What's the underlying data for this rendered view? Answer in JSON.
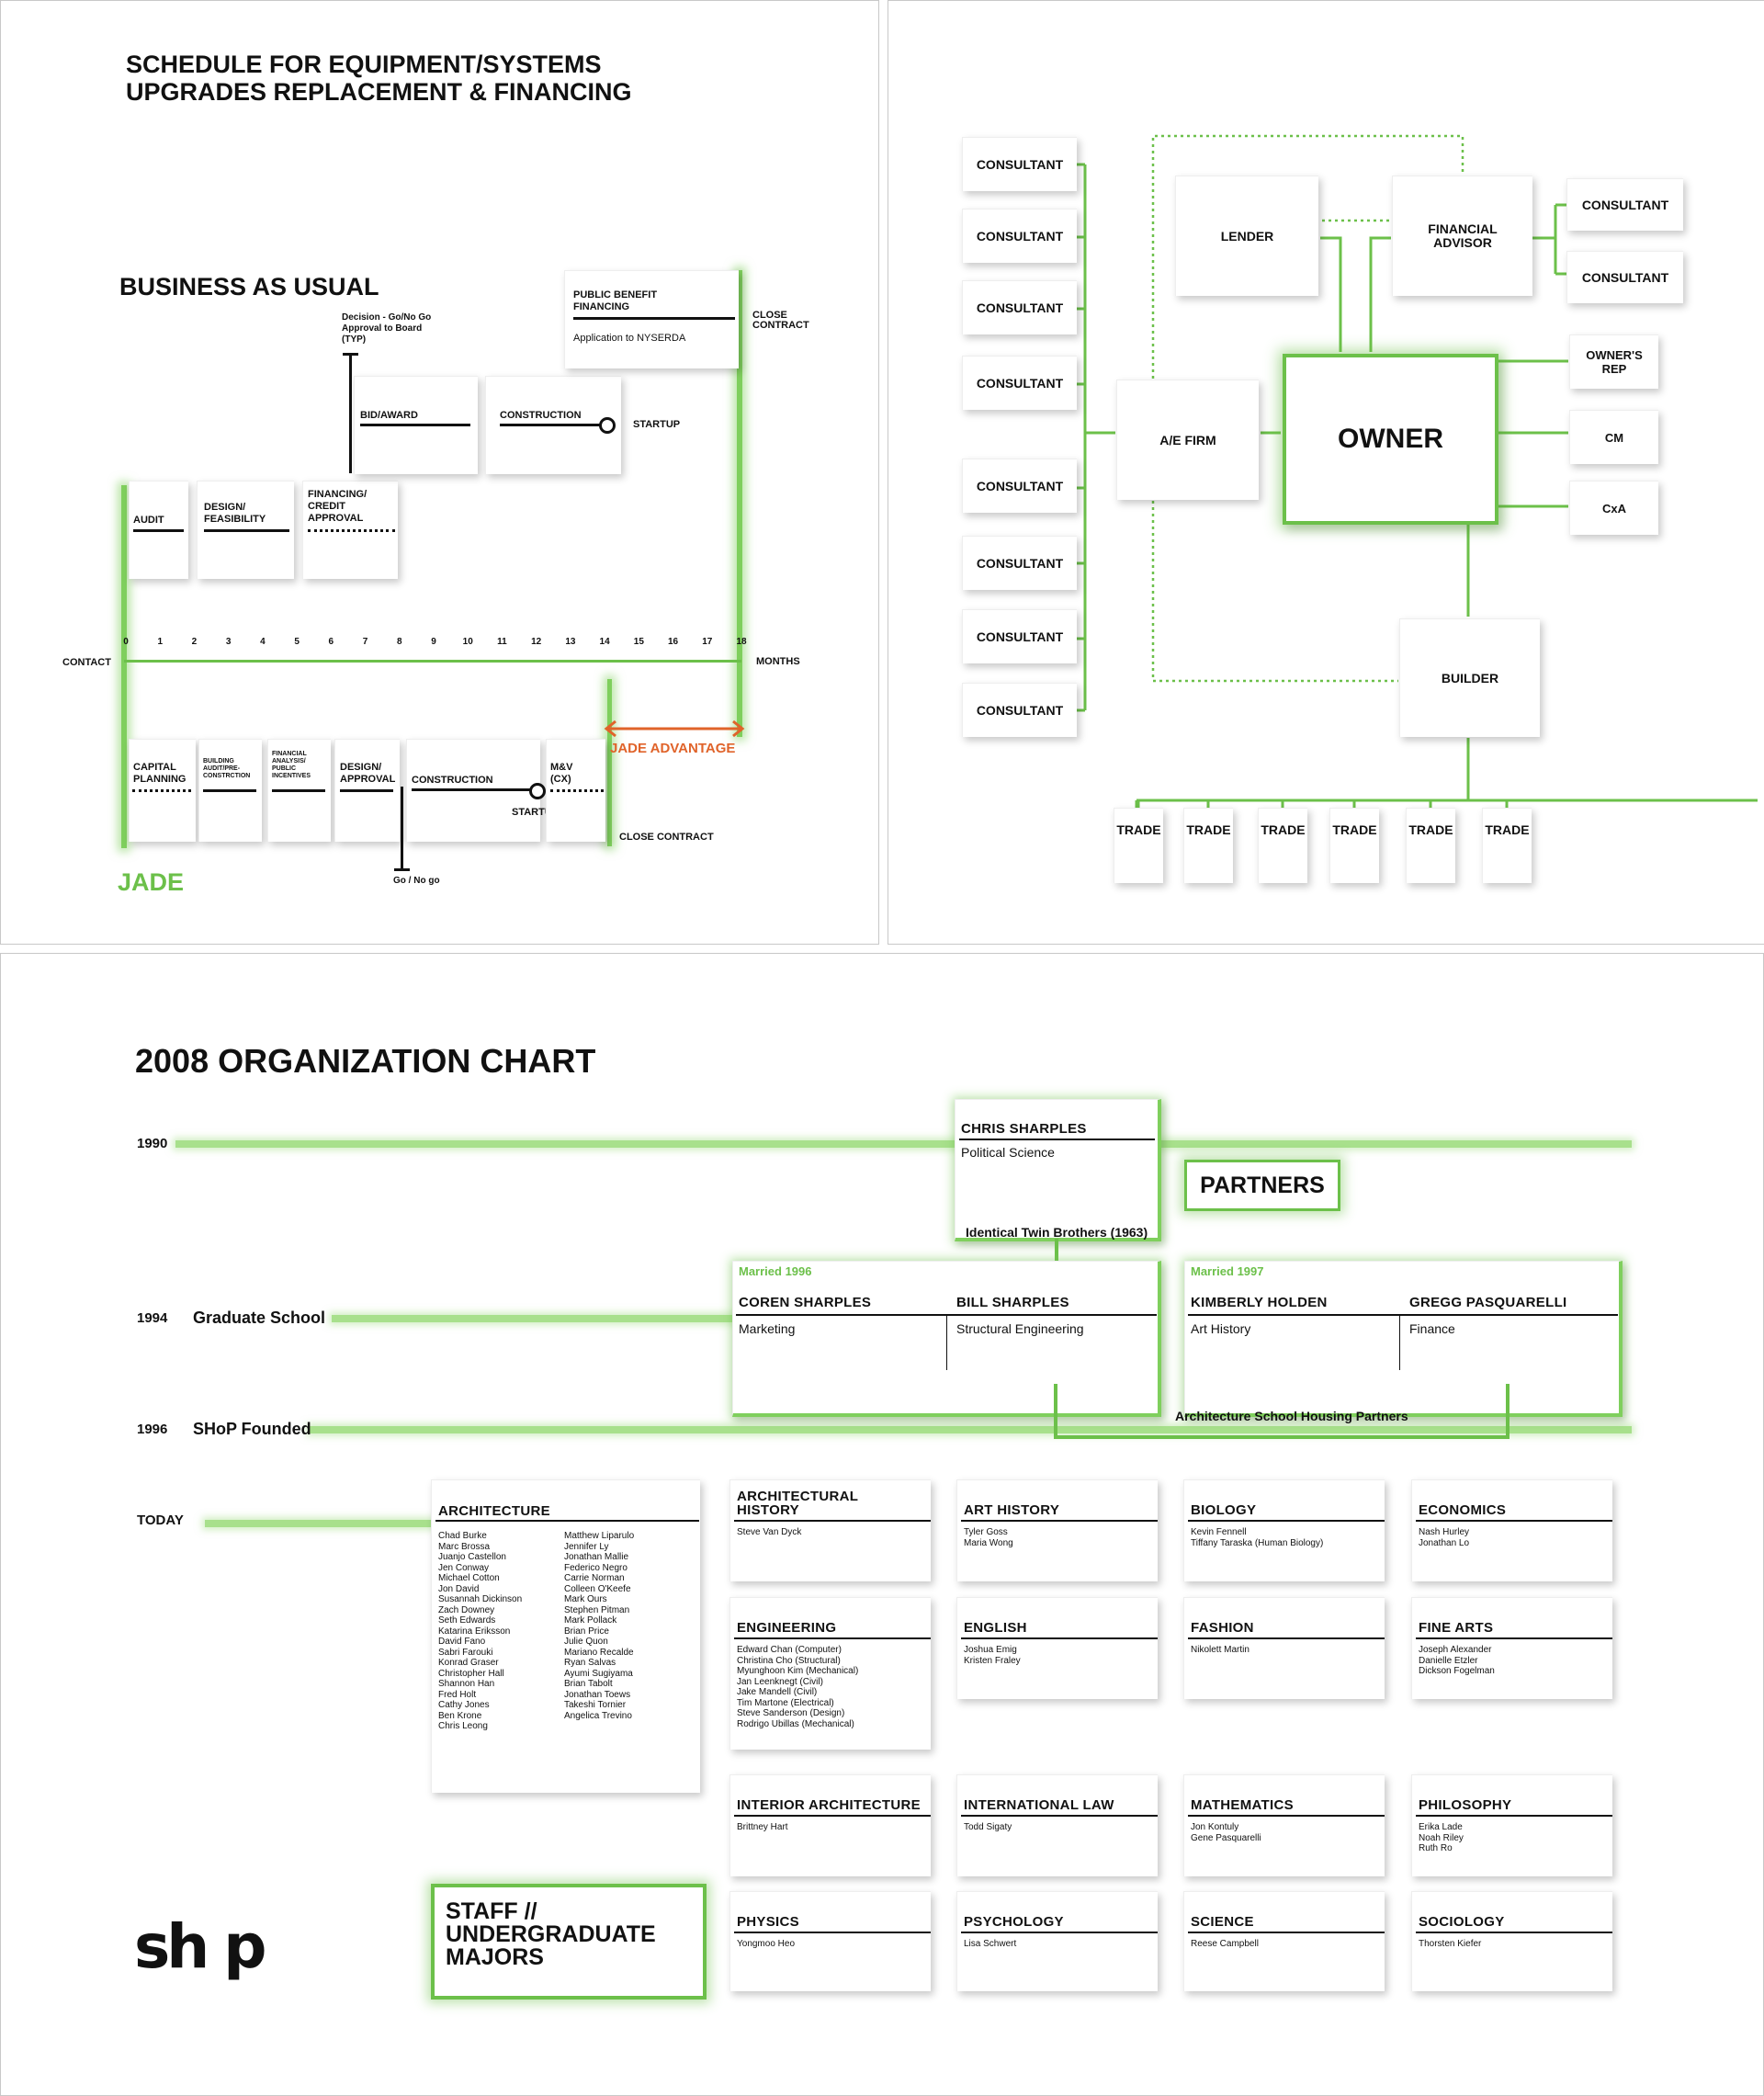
{
  "schedule": {
    "title_line1": "SCHEDULE FOR EQUIPMENT/SYSTEMS",
    "title_line2": "UPGRADES REPLACEMENT & FINANCING",
    "business_as_usual": "BUSINESS AS USUAL",
    "jade": "JADE",
    "contact": "CONTACT",
    "months": "MONTHS",
    "ticks": [
      "0",
      "1",
      "2",
      "3",
      "4",
      "5",
      "6",
      "7",
      "8",
      "9",
      "10",
      "11",
      "12",
      "13",
      "14",
      "15",
      "16",
      "17",
      "18"
    ],
    "decision_note": "Decision - Go/No Go\nApproval to Board\n(TYP)",
    "pbf_title": "PUBLIC BENEFIT\nFINANCING",
    "pbf_sub": "Application to NYSERDA",
    "close_contract_top": "CLOSE\nCONTRACT",
    "startup_top": "STARTUP",
    "startup_bottom": "STARTUP",
    "close_contract_bottom": "CLOSE CONTRACT",
    "go_no_go": "Go / No go",
    "jade_advantage": "JADE ADVANTAGE",
    "top_steps": {
      "audit": "AUDIT",
      "design": "DESIGN/\nFEASIBILITY",
      "financing": "FINANCING/\nCREDIT\nAPPROVAL",
      "bid": "BID/AWARD",
      "construction": "CONSTRUCTION"
    },
    "bottom_steps": {
      "capital": "CAPITAL\nPLANNING",
      "building": "BUILDING\nAUDIT/PRE-\nCONSTRCTION",
      "financial": "FINANCIAL\nANALYSIS/\nPUBLIC\nINCENTIVES",
      "design": "DESIGN/\nAPPROVAL",
      "construction": "CONSTRUCTION",
      "mv": "M&V\n(Cx)"
    }
  },
  "project_chart": {
    "consultants_left": [
      "CONSULTANT",
      "CONSULTANT",
      "CONSULTANT",
      "CONSULTANT",
      "CONSULTANT",
      "CONSULTANT",
      "CONSULTANT",
      "CONSULTANT"
    ],
    "ae_firm": "A/E FIRM",
    "lender": "LENDER",
    "financial_advisor": "FINANCIAL\nADVISOR",
    "consultants_right": [
      "CONSULTANT",
      "CONSULTANT"
    ],
    "owner": "OWNER",
    "owners_rep": "OWNER'S\nREP",
    "cm": "CM",
    "cxa": "CxA",
    "builder": "BUILDER",
    "trades": [
      "TRADE",
      "TRADE",
      "TRADE",
      "TRADE",
      "TRADE",
      "TRADE"
    ]
  },
  "org_chart": {
    "title": "2008 ORGANIZATION CHART",
    "years": {
      "y1990": "1990",
      "y1994": "1994",
      "y1994_label": "Graduate School",
      "y1996": "1996",
      "y1996_label": "SHoP Founded",
      "today": "TODAY"
    },
    "chris": {
      "name": "CHRIS SHARPLES",
      "field": "Political Science"
    },
    "partners": "PARTNERS",
    "twins_note": "Identical Twin Brothers (1963)",
    "married_1996": "Married 1996",
    "married_1997": "Married 1997",
    "coren": {
      "name": "COREN SHARPLES",
      "field": "Marketing"
    },
    "bill": {
      "name": "BILL SHARPLES",
      "field": "Structural Engineering"
    },
    "kimberly": {
      "name": "KIMBERLY HOLDEN",
      "field": "Art History"
    },
    "gregg": {
      "name": "GREGG PASQUARELLI",
      "field": "Finance"
    },
    "housing_note": "Architecture School Housing Partners",
    "staff_box": "STAFF //\nUNDERGRADUATE\nMAJORS",
    "logo": "sh p",
    "architecture": {
      "title": "ARCHITECTURE",
      "col1": "Chad Burke\nMarc Brossa\nJuanjo Castellon\nJen Conway\nMichael Cotton\nJon David\nSusannah Dickinson\nZach Downey\nSeth Edwards\nKatarina Eriksson\nDavid Fano\nSabri Farouki\nKonrad Graser\nChristopher Hall\nShannon Han\nFred Holt\nCathy Jones\nBen Krone\nChris Leong",
      "col2": "Matthew Liparulo\nJennifer Ly\nJonathan Mallie\nFederico Negro\nCarrie Norman\nColleen O'Keefe\nMark Ours\nStephen Pitman\nMark Pollack\nBrian Price\nJulie Quon\nMariano Recalde\nRyan Salvas\nAyumi Sugiyama\nBrian Tabolt\nJonathan Toews\nTakeshi Tornier\nAngelica Trevino"
    },
    "majors": [
      {
        "title": "ARCHITECTURAL\nHISTORY",
        "names": "Steve Van Dyck"
      },
      {
        "title": "ART HISTORY",
        "names": "Tyler Goss\nMaria Wong"
      },
      {
        "title": "BIOLOGY",
        "names": "Kevin Fennell\nTiffany Taraska (Human Biology)"
      },
      {
        "title": "ECONOMICS",
        "names": "Nash Hurley\nJonathan Lo"
      },
      {
        "title": "ENGINEERING",
        "names": "Edward Chan (Computer)\nChristina Cho (Structural)\nMyunghoon Kim (Mechanical)\nJan Leenknegt (Civil)\nJake Mandell (Civil)\nTim Martone (Electrical)\nSteve Sanderson (Design)\nRodrigo Ubillas (Mechanical)"
      },
      {
        "title": "ENGLISH",
        "names": "Joshua Emig\nKristen Fraley"
      },
      {
        "title": "FASHION",
        "names": "Nikolett Martin"
      },
      {
        "title": "FINE ARTS",
        "names": "Joseph Alexander\nDanielle Etzler\nDickson Fogelman"
      },
      {
        "title": "INTERIOR ARCHITECTURE",
        "names": "Brittney Hart"
      },
      {
        "title": "INTERNATIONAL LAW",
        "names": "Todd Sigaty"
      },
      {
        "title": "MATHEMATICS",
        "names": "Jon Kontuly\nGene Pasquarelli"
      },
      {
        "title": "PHILOSOPHY",
        "names": "Erika Lade\nNoah Riley\nRuth Ro"
      },
      {
        "title": "PHYSICS",
        "names": "Yongmoo Heo"
      },
      {
        "title": "PSYCHOLOGY",
        "names": "Lisa Schwert"
      },
      {
        "title": "SCIENCE",
        "names": "Reese Campbell"
      },
      {
        "title": "SOCIOLOGY",
        "names": "Thorsten Kiefer"
      }
    ]
  }
}
